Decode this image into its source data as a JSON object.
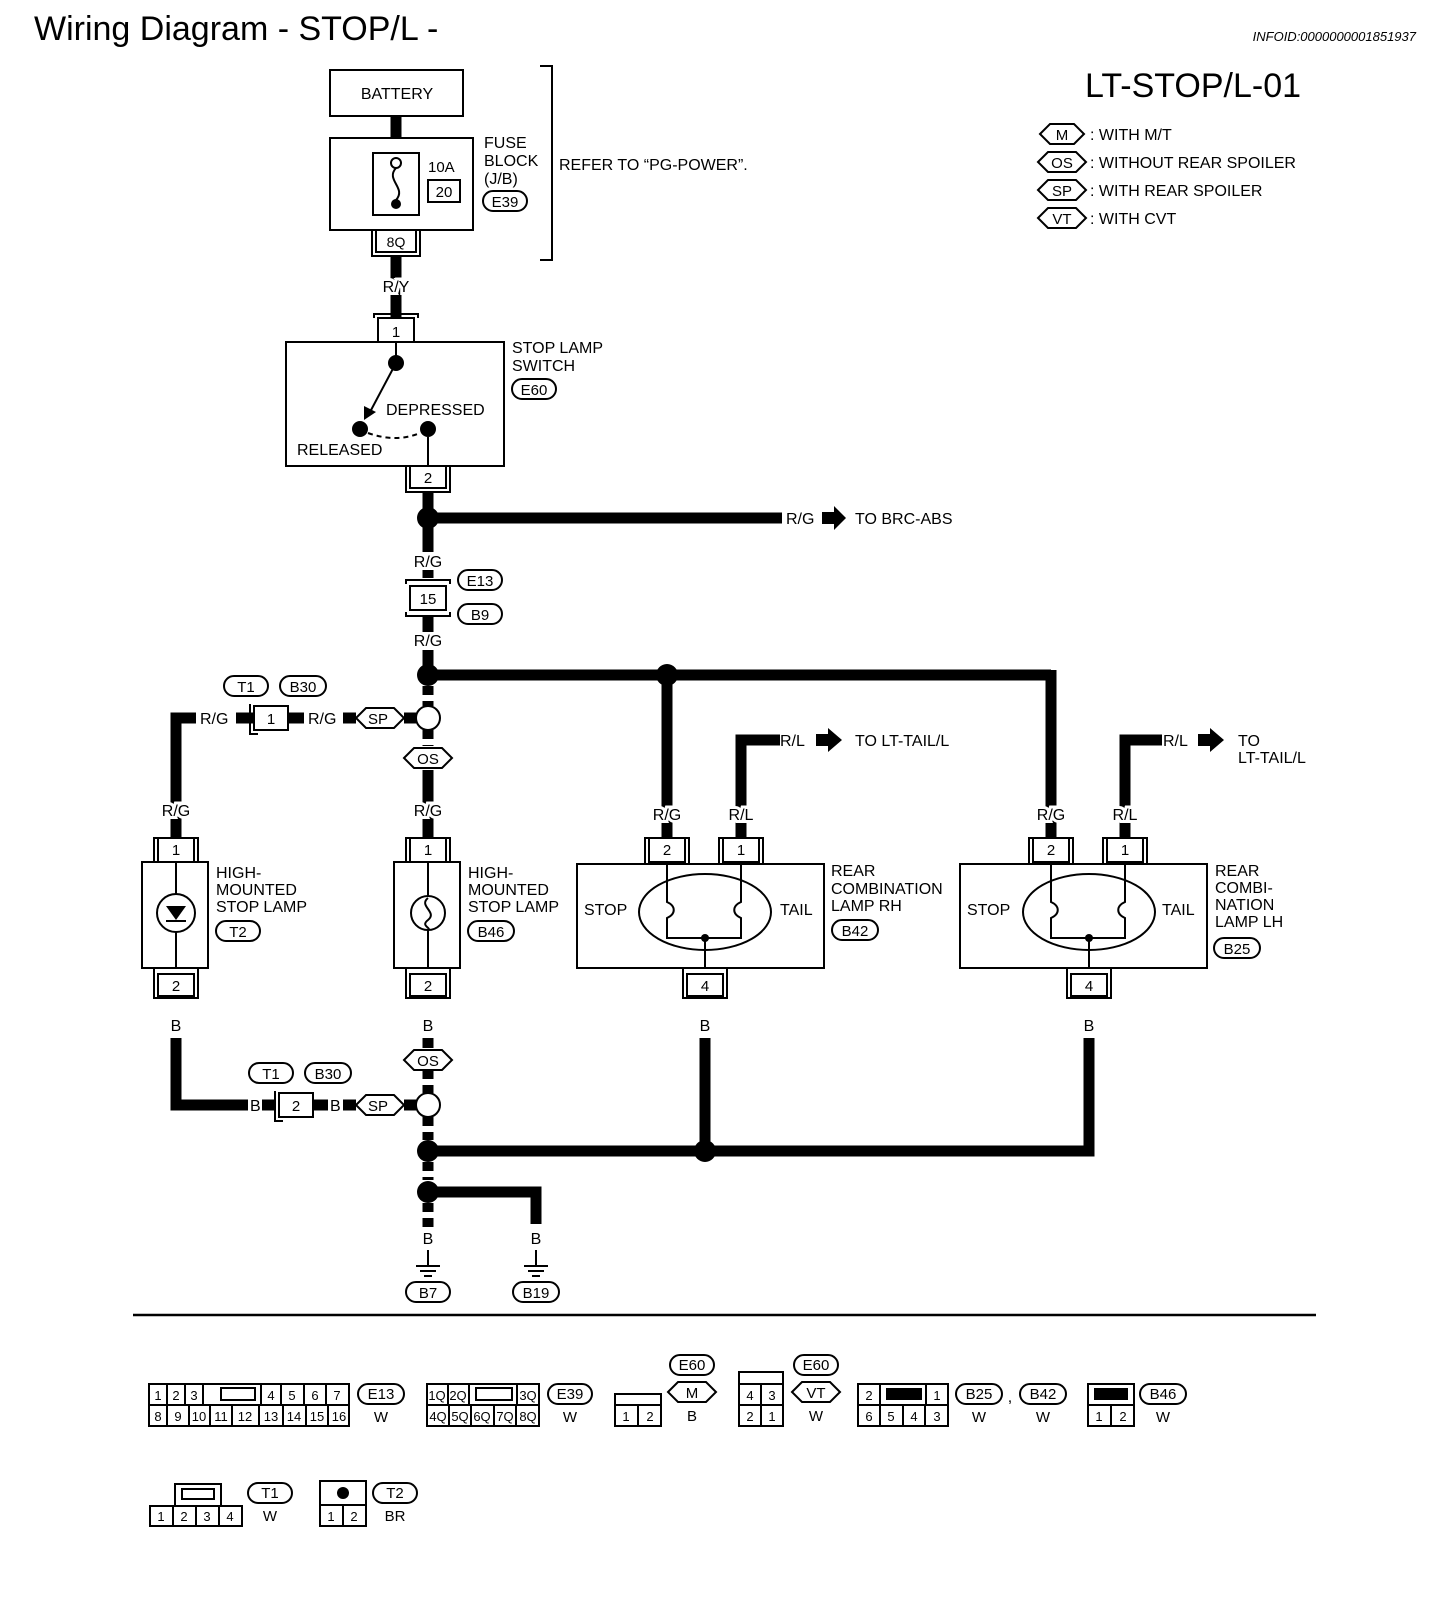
{
  "header": {
    "title": "Wiring Diagram - STOP/L -",
    "info_id": "INFOID:0000000001851937",
    "page_code": "LT-STOP/L-01"
  },
  "legend": [
    {
      "code": "M",
      "text": ": WITH M/T"
    },
    {
      "code": "OS",
      "text": ": WITHOUT REAR SPOILER"
    },
    {
      "code": "SP",
      "text": ": WITH REAR SPOILER"
    },
    {
      "code": "VT",
      "text": ": WITH CVT"
    }
  ],
  "components": {
    "battery": "BATTERY",
    "fuse_block": {
      "line1": "FUSE",
      "line2": "BLOCK",
      "line3": "(J/B)",
      "connector": "E39",
      "amp": "10A",
      "fuse_no": "20",
      "terminal": "8Q"
    },
    "refer": "REFER TO “PG-POWER”.",
    "stop_switch": {
      "line1": "STOP LAMP",
      "line2": "SWITCH",
      "connector": "E60",
      "depressed": "DEPRESSED",
      "released": "RELEASED",
      "pin_in": "1",
      "pin_out": "2"
    },
    "inline_main": {
      "c1": "E13",
      "c2": "B9",
      "pin": "15"
    },
    "inline_t1": {
      "c1": "T1",
      "c2": "B30",
      "pin_top": "1",
      "pin_bottom": "2"
    },
    "hm_lamp_t2": {
      "line1": "HIGH-",
      "line2": "MOUNTED",
      "line3": "STOP LAMP",
      "connector": "T2",
      "pin_top": "1",
      "pin_bottom": "2"
    },
    "hm_lamp_b46": {
      "line1": "HIGH-",
      "line2": "MOUNTED",
      "line3": "STOP LAMP",
      "connector": "B46",
      "pin_top": "1",
      "pin_bottom": "2"
    },
    "rear_rh": {
      "line1": "REAR",
      "line2": "COMBINATION",
      "line3": "LAMP RH",
      "connector": "B42",
      "stop": "STOP",
      "tail": "TAIL",
      "pin_stop": "2",
      "pin_tail": "1",
      "pin_gnd": "4"
    },
    "rear_lh": {
      "line1": "REAR",
      "line2": "COMBI-",
      "line3": "NATION",
      "line4": "LAMP LH",
      "connector": "B25",
      "stop": "STOP",
      "tail": "TAIL",
      "pin_stop": "2",
      "pin_tail": "1",
      "pin_gnd": "4"
    },
    "grounds": [
      "B7",
      "B19"
    ]
  },
  "wires": {
    "ry": "R/Y",
    "rg": "R/G",
    "rl": "R/L",
    "b": "B",
    "to_brc": "TO BRC-ABS",
    "to_tail": "TO LT-TAIL/L",
    "to": "TO",
    "tail_ref": "LT-TAIL/L",
    "sp": "SP",
    "os": "OS"
  },
  "connectors": [
    {
      "id": "E13",
      "color": "W",
      "row1": [
        "1",
        "2",
        "3",
        "",
        "4",
        "5",
        "6",
        "7"
      ],
      "row2": [
        "8",
        "9",
        "10",
        "11",
        "12",
        "13",
        "14",
        "15",
        "16"
      ]
    },
    {
      "id": "E39",
      "color": "W",
      "row1": [
        "1Q",
        "2Q",
        "",
        "3Q"
      ],
      "row2": [
        "4Q",
        "5Q",
        "6Q",
        "7Q",
        "8Q"
      ]
    },
    {
      "id": "E60",
      "variant": "M",
      "color": "B",
      "pins": [
        "1",
        "2"
      ]
    },
    {
      "id": "E60",
      "variant": "VT",
      "color": "W",
      "row1": [
        "4",
        "3"
      ],
      "row2": [
        "2",
        "1"
      ]
    },
    {
      "ids": [
        "B25",
        "B42"
      ],
      "sep": ",",
      "colors": [
        "W",
        "W"
      ],
      "row1": [
        "2",
        "1"
      ],
      "row2": [
        "6",
        "5",
        "4",
        "3"
      ]
    },
    {
      "id": "B46",
      "color": "W",
      "pins": [
        "1",
        "2"
      ]
    },
    {
      "id": "T1",
      "color": "W",
      "pins": [
        "1",
        "2",
        "3",
        "4"
      ]
    },
    {
      "id": "T2",
      "color": "BR",
      "pins": [
        "1",
        "2"
      ]
    }
  ]
}
